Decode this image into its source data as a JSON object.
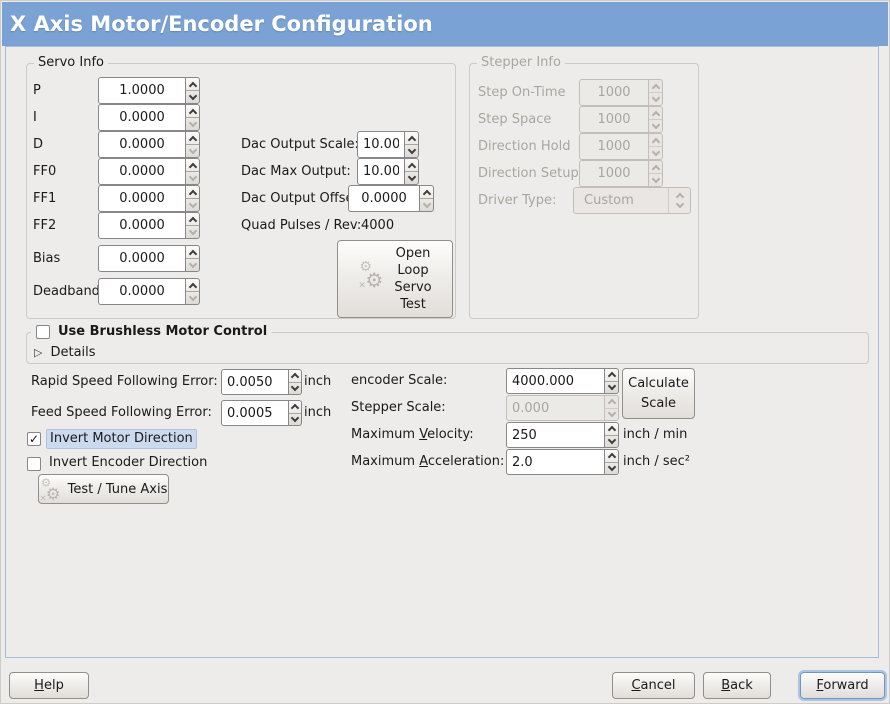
{
  "window": {
    "title": "X Axis Motor/Encoder Configuration"
  },
  "colors": {
    "titlebar": "#7ba2d4",
    "background": "#eeecea",
    "panel_border": "#a5bdd8",
    "focus_highlight": "#cbdaee"
  },
  "glyphs": {
    "gear": "⚙",
    "gear_small": "⚙",
    "cross": "✕",
    "expander": "▷",
    "check": "✓"
  },
  "servo_info": {
    "title": "Servo Info",
    "rows": [
      {
        "label": "P",
        "value": "1.0000"
      },
      {
        "label": "I",
        "value": "0.0000"
      },
      {
        "label": "D",
        "value": "0.0000"
      },
      {
        "label": "FF0",
        "value": "0.0000"
      },
      {
        "label": "FF1",
        "value": "0.0000"
      },
      {
        "label": "FF2",
        "value": "0.0000"
      },
      {
        "label": "Bias",
        "value": "0.0000"
      },
      {
        "label": "Deadband",
        "value": "0.0000"
      }
    ],
    "dac_rows": [
      {
        "label": "Dac Output Scale:",
        "value": "10.00"
      },
      {
        "label": "Dac Max Output:",
        "value": "10.00"
      },
      {
        "label": "Dac Output Offset:",
        "value": "0.0000"
      }
    ],
    "quad_pulses_label": "Quad Pulses / Rev:",
    "quad_pulses_value": "4000",
    "open_loop_button_label": "Open\nLoop\nServo\nTest"
  },
  "stepper_info": {
    "title": "Stepper Info",
    "rows": [
      {
        "label": "Step On-Time",
        "value": "1000"
      },
      {
        "label": "Step Space",
        "value": "1000"
      },
      {
        "label": "Direction Hold",
        "value": "1000"
      },
      {
        "label": "Direction Setup",
        "value": "1000"
      }
    ],
    "driver_type_label": "Driver Type:",
    "driver_type_value": "Custom"
  },
  "brushless": {
    "checkbox_label": "Use Brushless Motor Control",
    "checkbox_checked": false,
    "details_label": "Details"
  },
  "following_error": {
    "rapid_label": "Rapid Speed Following Error:",
    "rapid_value": "0.0050",
    "rapid_unit": "inch",
    "feed_label": "Feed Speed Following Error:",
    "feed_value": "0.0005",
    "feed_unit": "inch"
  },
  "options": {
    "invert_motor_label": "Invert Motor Direction",
    "invert_motor_checked": true,
    "invert_encoder_label": "Invert Encoder Direction",
    "invert_encoder_checked": false,
    "test_tune_button_label": "Test / Tune Axis"
  },
  "scale": {
    "encoder_label": "encoder Scale:",
    "encoder_value": "4000.000",
    "calculate_button_label": "Calculate\nScale",
    "stepper_label": "Stepper Scale:",
    "stepper_value": "0.000",
    "velocity_label": {
      "pre": "Maximum ",
      "key": "V",
      "rest": "elocity:"
    },
    "velocity_value": "250",
    "velocity_unit": "inch / min",
    "accel_label": {
      "pre": "Maximum ",
      "key": "A",
      "rest": "cceleration:"
    },
    "accel_value": "2.0",
    "accel_unit": "inch / sec²"
  },
  "footer": {
    "help": {
      "key": "H",
      "rest": "elp"
    },
    "cancel": {
      "key": "C",
      "rest": "ancel"
    },
    "back": {
      "key": "B",
      "rest": "ack"
    },
    "forward": {
      "key": "F",
      "rest": "orward"
    }
  }
}
